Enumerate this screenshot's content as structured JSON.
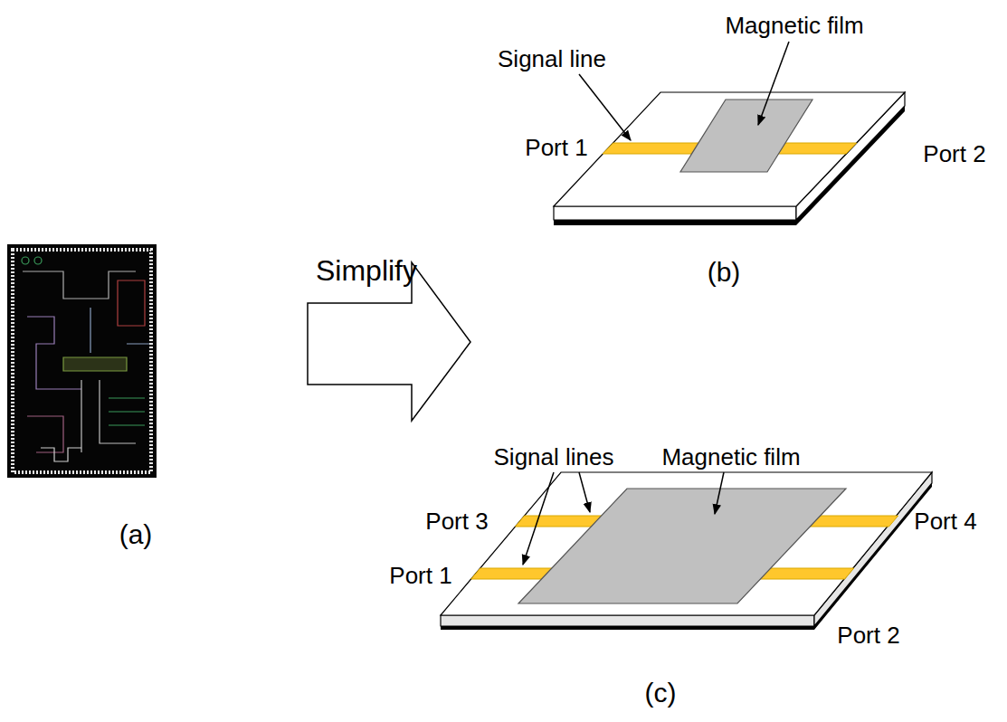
{
  "diagram": {
    "labels": [
      "Signal line",
      "Magnetic film",
      "Port 1",
      "Port 2",
      "Simplify",
      "(b)",
      "(a)",
      "Signal lines",
      "Magnetic film",
      "Port 3",
      "Port 4",
      "Port 1",
      "Port 2",
      "(c)"
    ]
  }
}
